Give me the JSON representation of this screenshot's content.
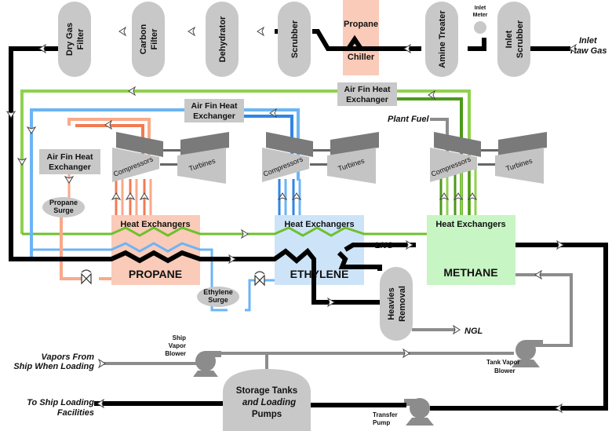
{
  "title": "LNG Liquefaction Process Flow (Cascade Process)",
  "colors": {
    "gas_line": "#000000",
    "propane": "#f27b52",
    "propane_light": "#f9a98a",
    "propane_box": "#f9cbb8",
    "ethylene": "#2f86e6",
    "ethylene_light": "#6cb4f5",
    "ethylene_box": "#cde4f8",
    "methane": "#4c9a1a",
    "methane_light": "#8fd14f",
    "methane_box": "#c8f5c4",
    "vapor_line": "#8c8c8c",
    "vessel": "#c8c8c8",
    "chiller_box": "#f9cbb8"
  },
  "top_train": {
    "inlet_label_1": "Inlet",
    "inlet_label_2": "Raw Gas",
    "inlet_scrubber_1": "Inlet",
    "inlet_scrubber_2": "Scrubber",
    "inlet_meter_1": "Inlet",
    "inlet_meter_2": "Meter",
    "amine_treater": "Amine Treater",
    "propane_chiller_1": "Propane",
    "propane_chiller_2": "Chiller",
    "scrubber": "Scrubber",
    "dehydrator": "Dehydrator",
    "carbon_filter_1": "Carbon",
    "carbon_filter_2": "Filter",
    "dry_gas_filter_1": "Dry Gas",
    "dry_gas_filter_2": "Filter"
  },
  "refrigeration": {
    "air_fin_1": "Air Fin Heat",
    "air_fin_2": "Exchanger",
    "plant_fuel": "Plant Fuel",
    "compressors": "Compressors",
    "turbines": "Turbines",
    "heat_exchangers": "Heat Exchangers",
    "propane_surge_1": "Propane",
    "propane_surge_2": "Surge",
    "ethylene_surge_1": "Ethylene",
    "ethylene_surge_2": "Surge"
  },
  "cycles": {
    "propane": "PROPANE",
    "ethylene": "ETHYLENE",
    "methane": "METHANE"
  },
  "products": {
    "lng": "LNG",
    "heavies_1": "Heavies",
    "heavies_2": "Removal",
    "ngl": "NGL"
  },
  "storage": {
    "ship_vapor_blower_1": "Ship",
    "ship_vapor_blower_2": "Vapor",
    "ship_vapor_blower_3": "Blower",
    "tank_vapor_blower_1": "Tank Vapor",
    "tank_vapor_blower_2": "Blower",
    "vapors_from_ship_1": "Vapors From",
    "vapors_from_ship_2": "Ship When Loading",
    "to_ship_loading_1": "To Ship Loading",
    "to_ship_loading_2": "Facilities",
    "storage_tanks_1": "Storage Tanks",
    "storage_tanks_2": "and Loading",
    "storage_tanks_3": "Pumps",
    "transfer_pump_1": "Transfer",
    "transfer_pump_2": "Pump"
  }
}
